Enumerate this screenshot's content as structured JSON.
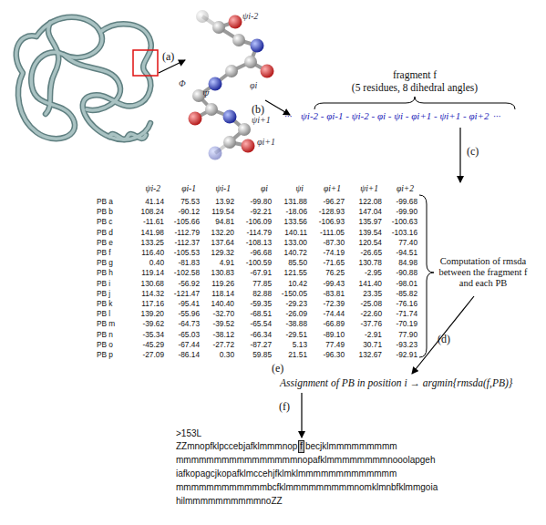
{
  "diagram": {
    "nodes": [
      {
        "text": [
          "f"
        ]
      }
    ],
    "labels": [
      "(a)",
      "(b)",
      "ψi-2",
      "Φ",
      "Ψ",
      "φi",
      "ψi+1",
      "φi+1",
      "fragment f",
      "(5 residues, 8 dihedral angles)",
      "···",
      "ψi-2 - φi-1 - ψi-2 - φi - ψi - φi+1 - ψi+1 - φi+2",
      "···",
      "(c)",
      "ψi-2",
      "φi-1",
      "ψi-1",
      "φi",
      "ψi",
      "φi+1",
      "ψi+1",
      "φi+2",
      "PB a",
      "41.14",
      "75.53",
      "13.92",
      "-99.80",
      "131.88",
      "-96.27",
      "122.08",
      "-99.68",
      "PB b",
      "108.24",
      "-90.12",
      "119.54",
      "-92.21",
      "-18.06",
      "-128.93",
      "147.04",
      "-99.90",
      "PB c",
      "-11.61",
      "-105.66",
      "94.81",
      "-106.09",
      "133.56",
      "-106.93",
      "135.97",
      "-100.63",
      "PB d",
      "141.98",
      "-112.79",
      "132.20",
      "-114.79",
      "140.11",
      "-111.05",
      "139.54",
      "-103.16",
      "PB e",
      "133.25",
      "-112.37",
      "137.64",
      "-108.13",
      "133.00",
      "-87.30",
      "120.54",
      "77.40",
      "PB f",
      "116.40",
      "-105.53",
      "129.32",
      "-96.68",
      "140.72",
      "-74.19",
      "-26.65",
      "-94.51",
      "PB g",
      "0.40",
      "-81.83",
      "4.91",
      "-100.59",
      "85.50",
      "-71.65",
      "130.78",
      "84.98",
      "PB h",
      "119.14",
      "-102.58",
      "130.83",
      "-67.91",
      "121.55",
      "76.25",
      "-2.95",
      "-90.88",
      "PB i",
      "130.68",
      "-56.92",
      "119.26",
      "77.85",
      "10.42",
      "-99.43",
      "141.40",
      "-98.01",
      "PB j",
      "114.32",
      "-121.47",
      "118.14",
      "82.88",
      "-150.05",
      "-83.81",
      "23.35",
      "-85.82",
      "PB k",
      "117.16",
      "-95.41",
      "140.40",
      "-59.35",
      "-29.23",
      "-72.39",
      "-25.08",
      "-76.16",
      "PB l",
      "139.20",
      "-55.96",
      "-32.70",
      "-68.51",
      "-26.09",
      "-74.44",
      "-22.60",
      "-71.74",
      "PB m",
      "-39.62",
      "-64.73",
      "-39.52",
      "-65.54",
      "-38.88",
      "-66.89",
      "-37.76",
      "-70.19",
      "PB n",
      "-35.34",
      "-65.03",
      "-38.12",
      "-66.34",
      "-29.51",
      "-89.10",
      "-2.91",
      "77.90",
      "PB o",
      "-45.29",
      "-67.44",
      "-27.72",
      "-87.27",
      "5.13",
      "77.49",
      "30.71",
      "-93.23",
      "PB p",
      "-27.09",
      "-86.14",
      "0.30",
      "59.85",
      "21.51",
      "-96.30",
      "132.67",
      "-92.91",
      "Computation of rmsda between the fragment f and each PB",
      "(d)",
      "(e)",
      "Assignment of PB in position i → argmin{rmsda(f,PB)}",
      "(f)",
      ">153L",
      "ZZmnopfklpccebjafklmmmnop",
      "becjklmmmmmmmmm",
      "mmmmmmmmmmmmmmmmnopafklmmmmmmmmnooolapgeh",
      "iafkopagcjkopafklmccehjfklmklmmmmmmmmmmmmm",
      "mmmmmmmmmmmmbcfklmmmmmmmmmnomklmnbfklmmgoia",
      "hilmmmmmmmmmmnoZZ"
    ]
  }
}
